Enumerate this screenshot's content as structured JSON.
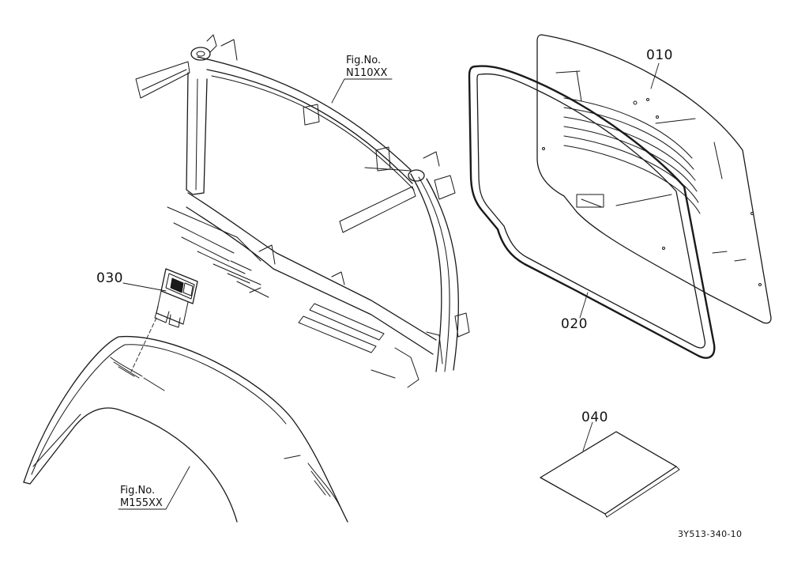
{
  "callouts": {
    "p010": "010",
    "p020": "020",
    "p030": "030",
    "p040": "040"
  },
  "references": {
    "frame_fig_label": "Fig.No.",
    "frame_fig_number": "N110XX",
    "fender_fig_label": "Fig.No.",
    "fender_fig_number": "M155XX"
  },
  "drawing_code": "3Y513-340-10",
  "colors": {
    "line": "#1a1a1a",
    "background": "#ffffff"
  }
}
